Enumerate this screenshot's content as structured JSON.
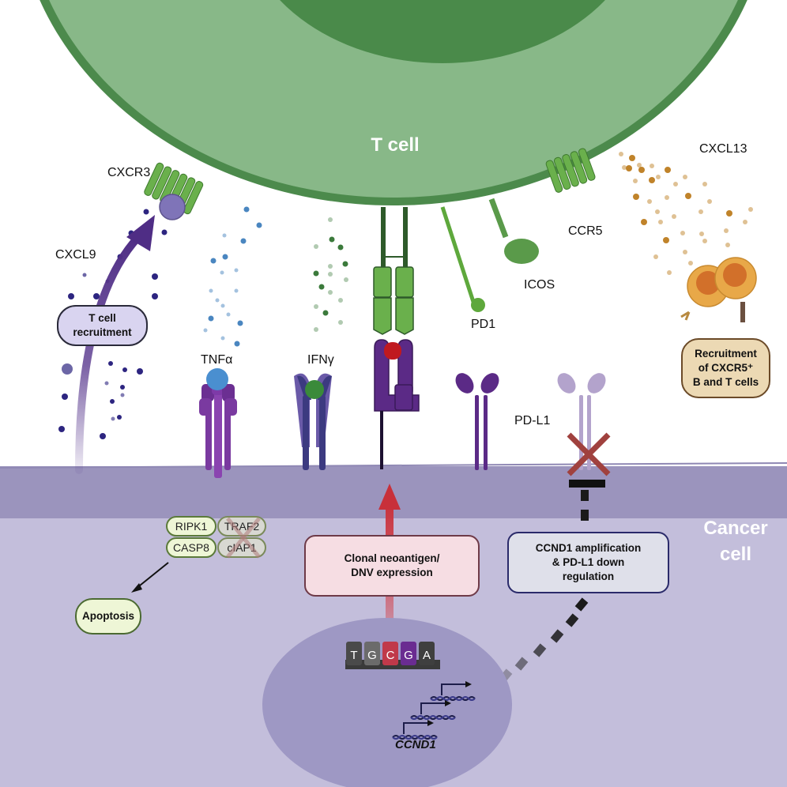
{
  "title": "T cell – cancer cell immune interaction diagram",
  "cells": {
    "t_cell": "T cell",
    "cancer_cell_line1": "Cancer",
    "cancer_cell_line2": "cell"
  },
  "receptors": {
    "cxcr3": "CXCR3",
    "ccr5": "CCR5",
    "pd1": "PD1",
    "icos": "ICOS",
    "pdl1": "PD-L1"
  },
  "cytokines": {
    "cxcl9": "CXCL9",
    "cxcl13": "CXCL13",
    "tnfa": "TNFα",
    "ifng": "IFNγ"
  },
  "boxes": {
    "t_cell_recruitment": [
      "T cell",
      "recruitment"
    ],
    "bt_recruitment": [
      "Recruitment",
      "of CXCR5⁺",
      "B and T cells"
    ],
    "clonal_neoantigen": [
      "Clonal  neoantigen/",
      "DNV expression"
    ],
    "ccnd1_amplification": [
      "CCND1 amplification",
      "& PD-L1 down",
      "regulation"
    ],
    "apoptosis": "Apoptosis"
  },
  "complex": {
    "ripk1": "RIPK1",
    "traf2": "TRAF2",
    "casp8": "CASP8",
    "ciap1": "cIAP1",
    "crossed_out": [
      "TRAF2",
      "cIAP1"
    ]
  },
  "dna_sequence": [
    {
      "base": "T",
      "color": "#4a4a4a"
    },
    {
      "base": "G",
      "color": "#6b6b6b"
    },
    {
      "base": "C",
      "color": "#c0394a"
    },
    {
      "base": "G",
      "color": "#6a2c91"
    },
    {
      "base": "A",
      "color": "#3f3f3f"
    }
  ],
  "gene_label": "CCND1",
  "colors": {
    "t_cell_fill": "#88b888",
    "t_cell_border": "#4c8a4c",
    "t_cell_nucleus": "#4a8a4a",
    "membrane": "#9b94bd",
    "cytoplasm": "#c3bedb",
    "nucleus": "#9e98c4",
    "inhibit_x": "#a0413e",
    "activation_arrow": "#c8303a",
    "cxcl9_dots": "#2d2580",
    "tnf_dots": "#4a86c0",
    "ifn_dots": "#3b7a3b",
    "cxcl13_dots": "#c0832a",
    "receptor_green": "#6ab04c",
    "receptor_purple": "#5b2a86"
  }
}
